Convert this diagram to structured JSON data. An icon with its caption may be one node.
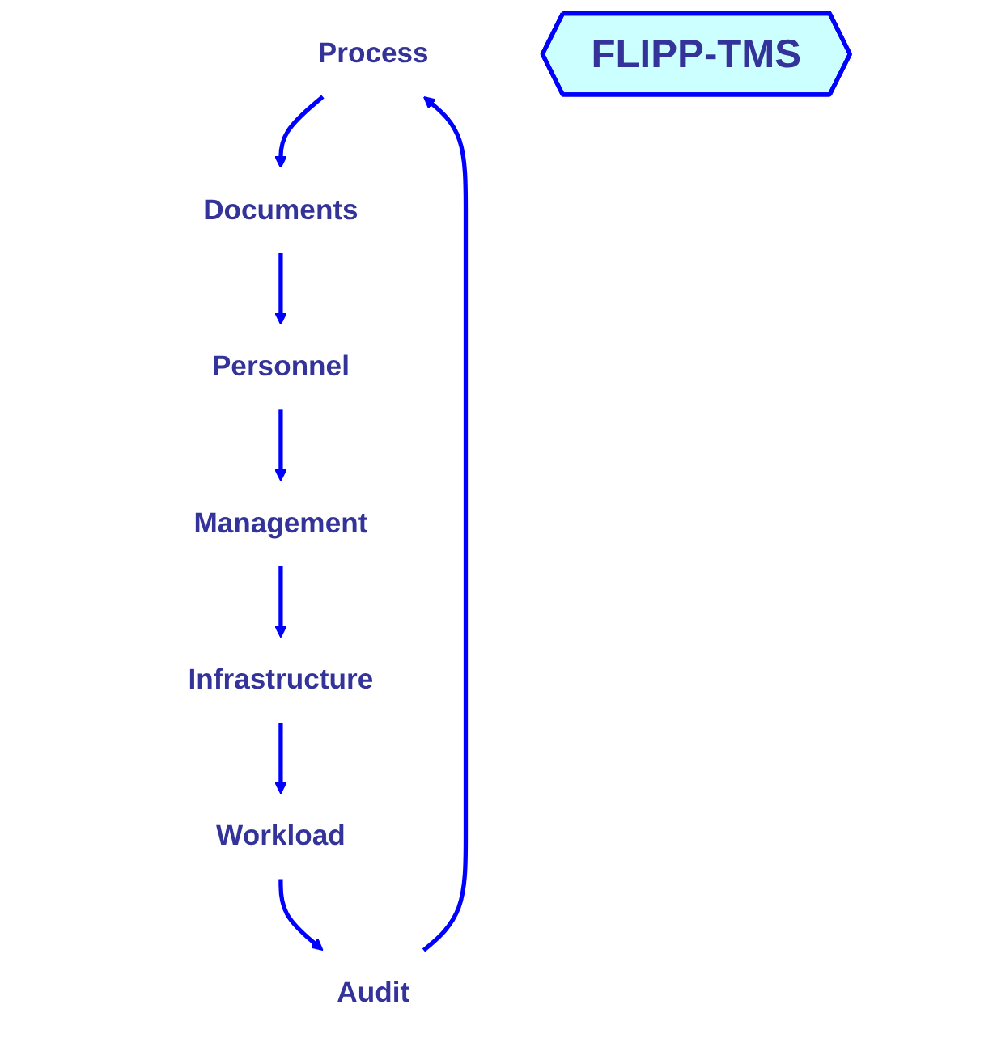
{
  "diagram": {
    "nodes": [
      {
        "text": [
          "Process"
        ]
      },
      {
        "text": [
          "Documents"
        ]
      },
      {
        "text": [
          "Personnel"
        ]
      },
      {
        "text": [
          "Audit"
        ]
      },
      {
        "text": [
          "FLIPP-TMS"
        ]
      },
      {
        "text": [
          "Management"
        ]
      },
      {
        "text": [
          "Workload"
        ]
      },
      {
        "text": [
          "Infrastructure"
        ]
      }
    ],
    "edges": [
      {
        "from": 0,
        "to": 1,
        "arrow": "to"
      },
      {
        "from": 1,
        "to": 2,
        "arrow": "to"
      },
      {
        "from": 2,
        "to": 5,
        "arrow": "to"
      },
      {
        "from": 5,
        "to": 7,
        "arrow": "to"
      },
      {
        "from": 7,
        "to": 6,
        "arrow": "to"
      },
      {
        "from": 6,
        "to": 3,
        "arrow": "to"
      },
      {
        "from": 3,
        "to": 0,
        "arrow": "to"
      }
    ]
  }
}
